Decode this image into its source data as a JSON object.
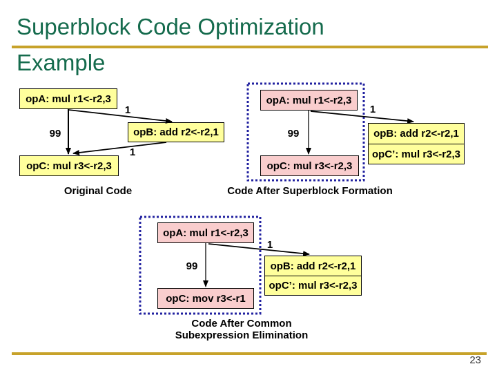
{
  "slide": {
    "title_line1": "Superblock Code Optimization",
    "title_line2": "Example",
    "page_number": "23",
    "colors": {
      "title_green": "#156B4D",
      "gold_rule": "#C7A22A",
      "node_yellow": "#FFFF9C",
      "node_pink": "#F9CDCD",
      "superblock_border_blue": "#2222A0",
      "arrow_black": "#000000"
    }
  },
  "diagrams": {
    "original": {
      "caption": "Original Code",
      "nodes": {
        "opA": "opA: mul r1<-r2,3",
        "opB": "opB: add r2<-r2,1",
        "opC": "opC: mul r3<-r2,3"
      },
      "edges": {
        "a_to_b": "1",
        "a_to_c": "99",
        "b_to_c": "1"
      }
    },
    "superblock": {
      "caption": "Code After Superblock Formation",
      "nodes": {
        "opA": "opA: mul r1<-r2,3",
        "opC": "opC: mul r3<-r2,3",
        "opB": "opB: add r2<-r2,1",
        "opC2": "opC’: mul r3<-r2,3"
      },
      "edges": {
        "a_to_b": "1",
        "a_to_c": "99"
      }
    },
    "cse": {
      "caption_line1": "Code After Common",
      "caption_line2": "Subexpression Elimination",
      "nodes": {
        "opA": "opA: mul r1<-r2,3",
        "opC": "opC: mov r3<-r1",
        "opB": "opB: add r2<-r2,1",
        "opC2": "opC’: mul r3<-r2,3"
      },
      "edges": {
        "a_to_b": "1",
        "a_to_c": "99"
      }
    }
  }
}
